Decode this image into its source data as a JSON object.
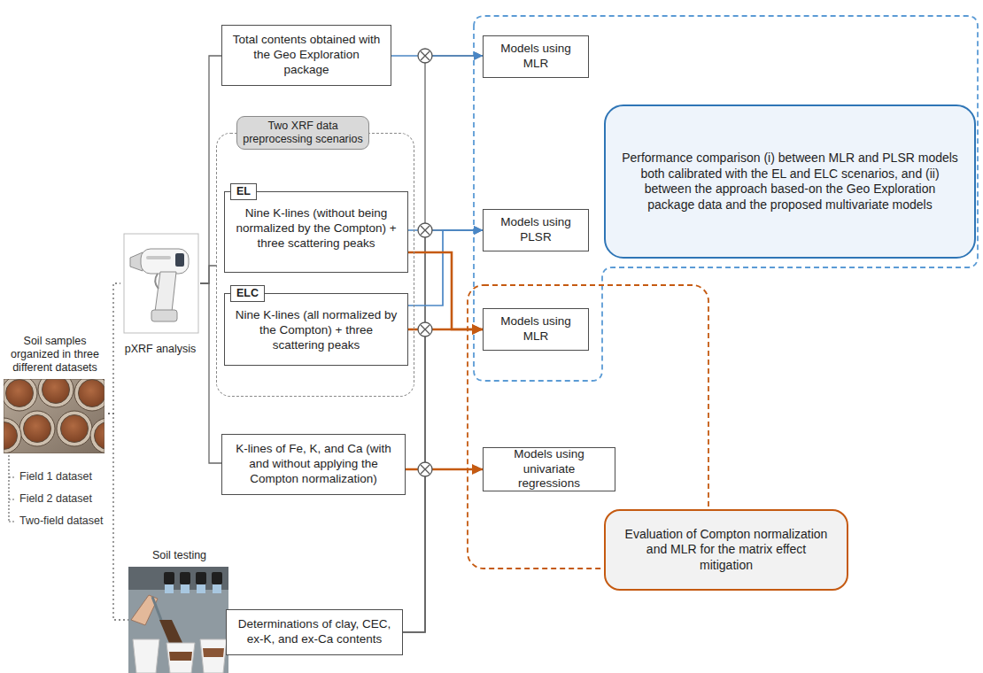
{
  "diagram": {
    "nodes": [
      {
        "text": [
          "Soil samples organized in three different datasets"
        ]
      },
      {
        "text": [
          "pXRF analysis"
        ]
      },
      {
        "text": [
          "Total contents obtained with the Geo Exploration package"
        ]
      },
      {
        "text": [
          "Two XRF data preprocessing scenarios"
        ]
      },
      {
        "text": [
          "EL",
          "Nine K-lines (without being normalized by the Compton) + three scattering peaks"
        ],
        "in": 3
      },
      {
        "text": [
          "ELC",
          "Nine K-lines (all normalized by the Compton) + three scattering peaks"
        ],
        "in": 3
      },
      {
        "text": [
          "K-lines of Fe, K, and Ca (with and without applying the Compton normalization)"
        ]
      },
      {
        "text": [
          "Soil testing"
        ]
      },
      {
        "text": [
          "Determinations of clay, CEC, ex-K, and ex-Ca contents"
        ]
      },
      {
        "text": [
          "Models using MLR"
        ]
      },
      {
        "text": [
          "Performance comparison (i) between MLR and PLSR models both calibrated with the EL and ELC scenarios, and (ii) between the approach based-on the Geo Exploration package data and the proposed multivariate models"
        ]
      },
      {
        "text": [
          "Models using PLSR"
        ]
      },
      {
        "text": [
          "Models using MLR"
        ]
      },
      {
        "text": [
          "Models using univariate regressions"
        ]
      },
      {
        "text": [
          "Evaluation of Compton normalization and MLR for the matrix effect mitigation"
        ]
      }
    ],
    "edges": [
      {
        "from": 0,
        "to": 1,
        "arrow": "none"
      },
      {
        "from": 0,
        "to": 7,
        "arrow": "none"
      },
      {
        "from": 1,
        "to": 2,
        "arrow": "none"
      },
      {
        "from": 1,
        "to": 3,
        "arrow": "none"
      },
      {
        "from": 1,
        "to": 6,
        "arrow": "none"
      },
      {
        "from": 2,
        "to": 9,
        "arrow": "to"
      },
      {
        "from": 8,
        "to": 9,
        "arrow": "to"
      },
      {
        "from": 8,
        "to": 11,
        "arrow": "to"
      },
      {
        "from": 8,
        "to": 12,
        "arrow": "to"
      },
      {
        "from": 8,
        "to": 13,
        "arrow": "to"
      },
      {
        "from": 4,
        "to": 11,
        "arrow": "to"
      },
      {
        "from": 5,
        "to": 11,
        "arrow": "to"
      },
      {
        "from": 4,
        "to": 12,
        "arrow": "to"
      },
      {
        "from": 5,
        "to": 12,
        "arrow": "to"
      },
      {
        "from": 6,
        "to": 13,
        "arrow": "to"
      }
    ],
    "labels": [
      "Field 1 dataset",
      "Field 2 dataset",
      "Two-field dataset"
    ]
  }
}
